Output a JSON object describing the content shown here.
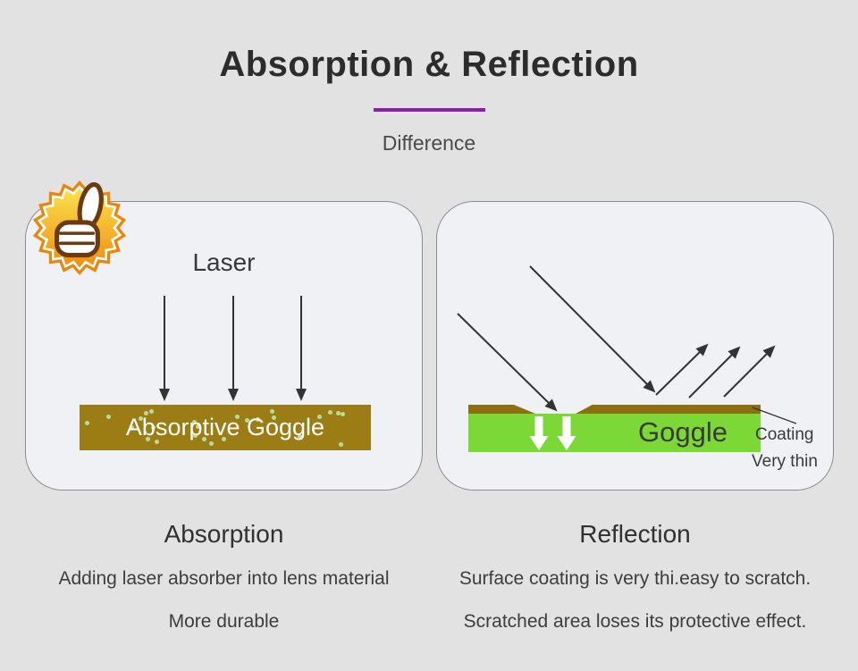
{
  "header": {
    "title": "Absorption & Reflection",
    "subtitle": "Difference"
  },
  "absorption_panel": {
    "laser_label": "Laser",
    "bar_label": "Absorptive Goggle"
  },
  "reflection_panel": {
    "goggle_label": "Goggle",
    "coating_label": "Coating",
    "coating_note": "Very thin"
  },
  "captions": {
    "absorption": {
      "heading": "Absorption",
      "line1": "Adding laser absorber into lens material",
      "line2": "More durable"
    },
    "reflection": {
      "heading": "Reflection",
      "line1": "Surface coating is very thi.easy to scratch.",
      "line2": "Scratched area loses its protective effect."
    }
  },
  "icons": {
    "badge": "thumbs-up-starburst",
    "absorption_rays": "three-down-arrows",
    "reflection_rays": "incident-and-reflected-arrows",
    "absorbed_rays": "two-white-down-arrows"
  },
  "colors": {
    "background": "#e2e2e3",
    "panel_fill": "#f0f1f4",
    "panel_border": "#8c8c90",
    "accent_purple": "#8a1db2",
    "olive_bar": "#9c7d15",
    "speckle": "#b9dc99",
    "green_bar": "#7cd836",
    "coating_brown": "#8d6e10",
    "arrow": "#333333",
    "title_text": "#2c2c2c",
    "body_text": "#3d3d3d"
  }
}
